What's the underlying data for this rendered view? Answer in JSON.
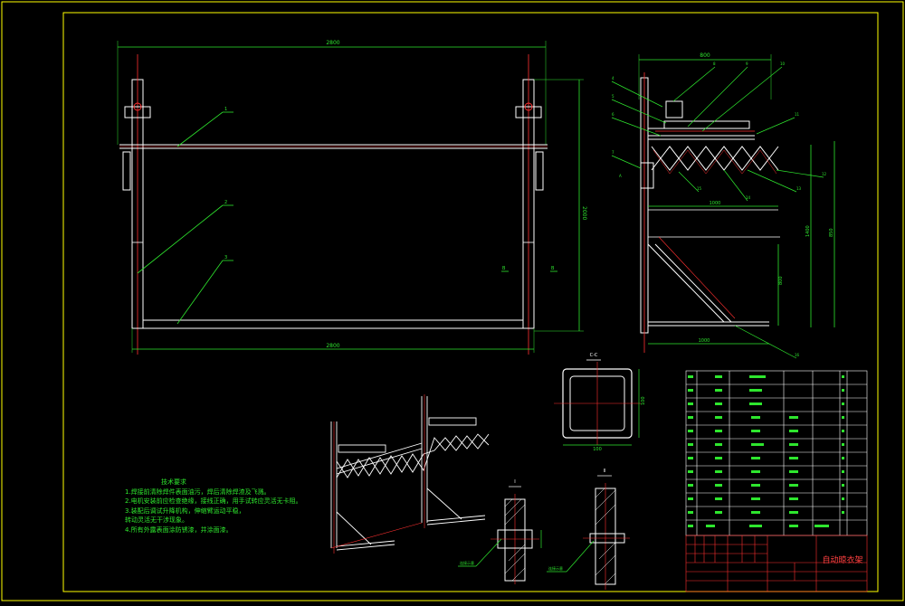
{
  "drawing": {
    "title_block_name": "自动晾衣架",
    "front_view": {
      "top_dim": "2800",
      "bottom_dim": "2800",
      "height_dim": "2000",
      "section_marks": [
        "B",
        "B"
      ],
      "leaders": [
        "1",
        "2",
        "3"
      ]
    },
    "side_view": {
      "top_dim": "800",
      "scissor_dim": "1000",
      "height_dims": [
        "1400",
        "800",
        "850"
      ],
      "base_dim": "1000",
      "leaders": [
        "4",
        "5",
        "6",
        "7",
        "8",
        "9",
        "10",
        "11",
        "12",
        "13",
        "14",
        "15",
        "16"
      ],
      "section_mark": "A"
    },
    "section_tube": {
      "label": "C-C",
      "width": "100",
      "height": "100"
    },
    "detail_labels": [
      "I",
      "II",
      "连接示意",
      "连接示意"
    ],
    "notes": {
      "title": "技术要求",
      "items": [
        "1.焊接前清除焊件表面油污，焊后清除焊渣及飞溅。",
        "2.电机安装前应检查绝缘，接线正确，用手试转应灵活无卡阻。",
        "3.装配后调试升降机构，伸缩臂运动平稳，",
        "转动灵活无干涉现象。",
        "4.所有外露表面涂防锈漆，并涂面漆。"
      ]
    }
  },
  "colors": {
    "background": "#000000",
    "frame": "#ffff00",
    "line": "#ffffff",
    "center": "#ff3030",
    "dim": "#2ee62e",
    "leader": "#2ee62e"
  }
}
